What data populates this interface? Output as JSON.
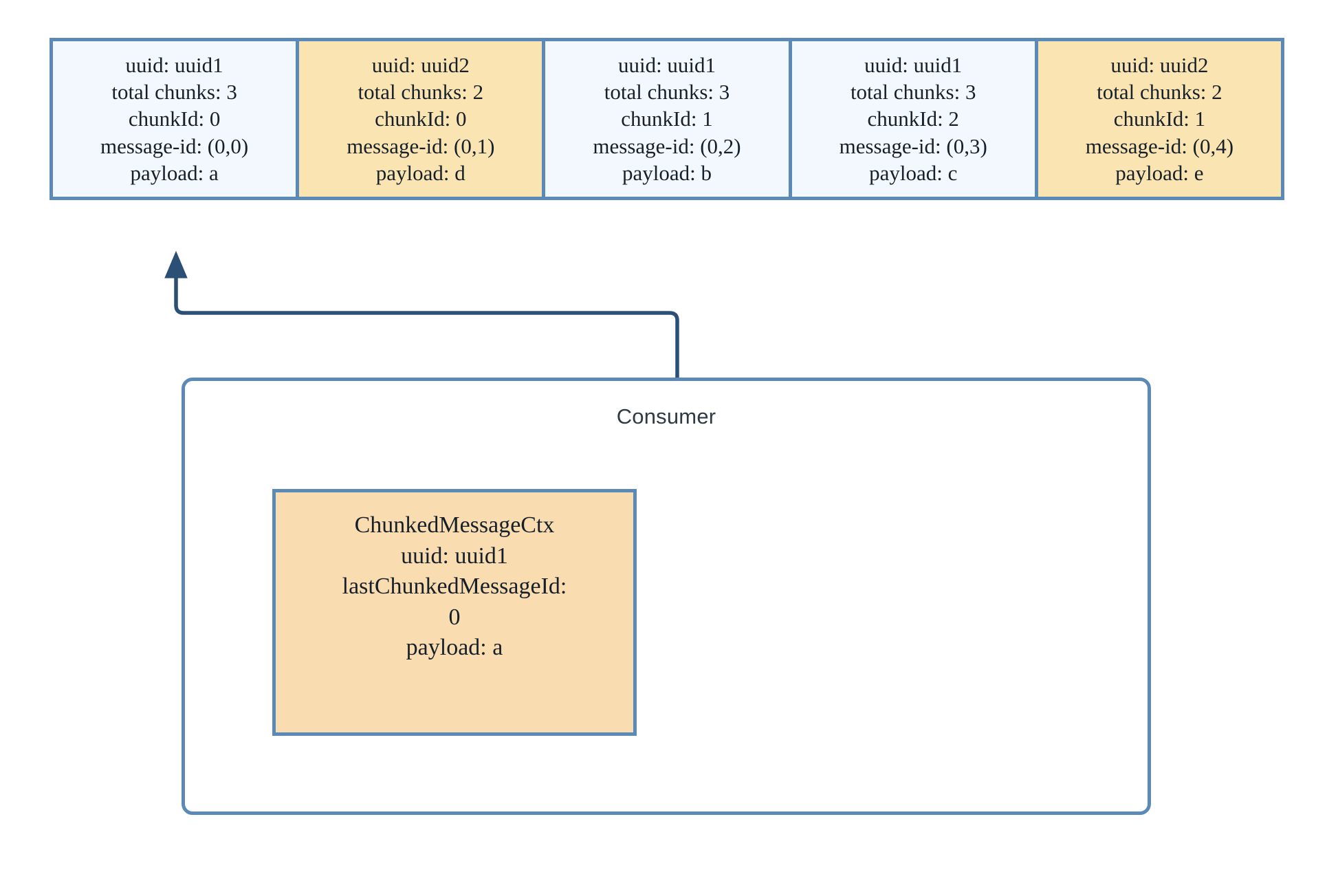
{
  "diagram": {
    "title_label": "Consumer"
  },
  "message_strip": {
    "name": "topic-message-strip",
    "cells": [
      {
        "fill": "blue",
        "uuid": "uuid: uuid1",
        "total_chunks": "total chunks: 3",
        "chunk_id": "chunkId: 0",
        "message_id": "message-id: (0,0)",
        "payload": "payload: a"
      },
      {
        "fill": "yellow",
        "uuid": "uuid: uuid2",
        "total_chunks": "total chunks: 2",
        "chunk_id": "chunkId: 0",
        "message_id": "message-id: (0,1)",
        "payload": "payload: d"
      },
      {
        "fill": "blue",
        "uuid": "uuid: uuid1",
        "total_chunks": "total chunks: 3",
        "chunk_id": "chunkId: 1",
        "message_id": "message-id: (0,2)",
        "payload": "payload: b"
      },
      {
        "fill": "blue",
        "uuid": "uuid: uuid1",
        "total_chunks": "total chunks: 3",
        "chunk_id": "chunkId: 2",
        "message_id": "message-id: (0,3)",
        "payload": "payload: c"
      },
      {
        "fill": "yellow",
        "uuid": "uuid: uuid2",
        "total_chunks": "total chunks: 2",
        "chunk_id": "chunkId: 1",
        "message_id": "message-id: (0,4)",
        "payload": "payload: e"
      }
    ]
  },
  "consumer": {
    "label": "Consumer",
    "chunked_message_ctx": {
      "title": "ChunkedMessageCtx",
      "uuid": "uuid: uuid1",
      "last_chunked_message_id_label": "lastChunkedMessageId:",
      "last_chunked_message_id_value": "0",
      "payload": "payload: a"
    }
  },
  "connector": {
    "name": "consumer-to-topic-arrow",
    "direction": "up",
    "arrowhead": "triangle"
  },
  "colors": {
    "border_blue": "#5b89b8",
    "connector_navy": "#2c4f75",
    "fill_blue": "#f2f8fd",
    "fill_yellow": "#fae5b2",
    "fill_peach": "#f9ddb0",
    "text_dark": "#17202a",
    "consumer_label": "#2f3a45",
    "background": "#ffffff"
  }
}
